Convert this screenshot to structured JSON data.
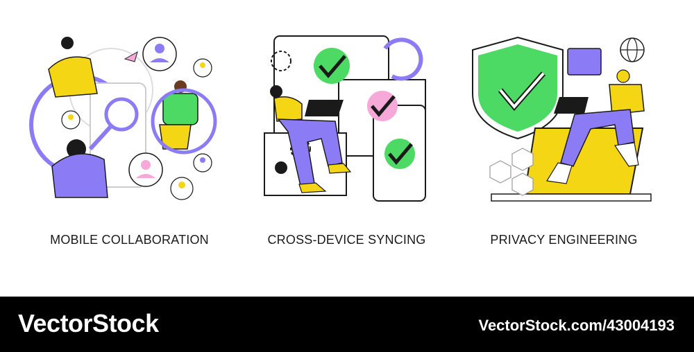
{
  "panels": [
    {
      "caption": "MOBILE COLLABORATION",
      "icon": "collaboration-illustration"
    },
    {
      "caption": "CROSS-DEVICE SYNCING",
      "icon": "syncing-illustration"
    },
    {
      "caption": "PRIVACY ENGINEERING",
      "icon": "privacy-illustration"
    }
  ],
  "footer": {
    "logo": "VectorStock",
    "stock_id": "VectorStock.com/43004193"
  },
  "colors": {
    "purple": "#8b7cf6",
    "yellow": "#f5d614",
    "green": "#4cd964",
    "pink": "#f6a8d8",
    "outline": "#1a1a1a",
    "footer_bg": "#000000"
  }
}
